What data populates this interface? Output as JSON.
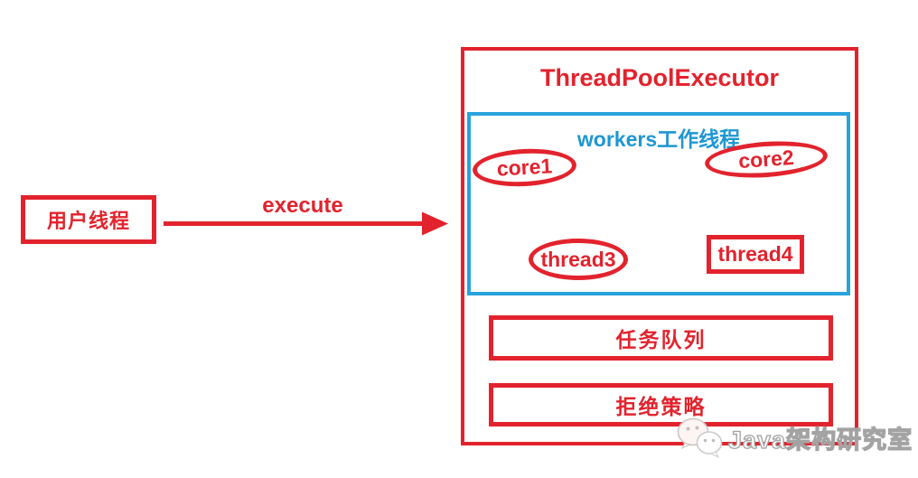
{
  "diagram": {
    "user_box": {
      "label": "用户线程"
    },
    "arrow": {
      "label": "execute"
    },
    "executor": {
      "title": "ThreadPoolExecutor",
      "workers": {
        "title": "workers工作线程",
        "nodes": [
          {
            "id": "core1",
            "label": "core1",
            "shape": "ellipse"
          },
          {
            "id": "core2",
            "label": "core2",
            "shape": "ellipse"
          },
          {
            "id": "thread3",
            "label": "thread3",
            "shape": "ellipse"
          },
          {
            "id": "thread4",
            "label": "thread4",
            "shape": "rect"
          }
        ]
      },
      "queue_box": {
        "label": "任务队列"
      },
      "reject_box": {
        "label": "拒绝策略"
      }
    },
    "watermark": {
      "icon": "wechat-icon",
      "text": "Java架构研究室"
    },
    "colors": {
      "red": "#e2232d",
      "blue_border": "#29a3dc",
      "blue_text": "#1d97d4",
      "watermark_gray": "#a3a3a3"
    }
  }
}
